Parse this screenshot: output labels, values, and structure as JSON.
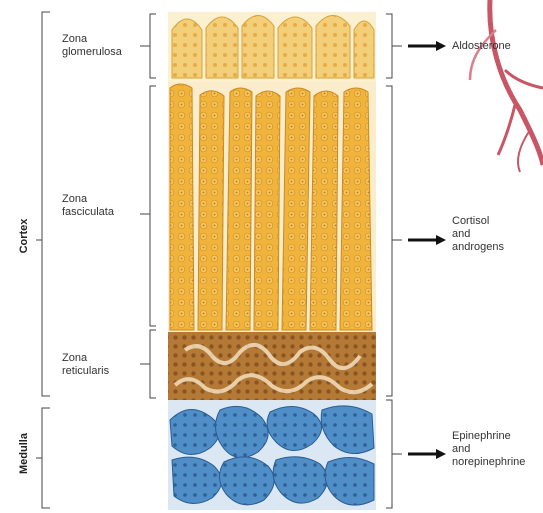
{
  "regions": {
    "cortex": "Cortex",
    "medulla": "Medulla"
  },
  "zones": {
    "glomerulosa": [
      "Zona",
      "glomerulosa"
    ],
    "fasciculata": [
      "Zona",
      "fasciculata"
    ],
    "reticularis": [
      "Zona",
      "reticularis"
    ]
  },
  "products": {
    "glomerulosa": [
      "Aldosterone"
    ],
    "fasciculata": [
      "Cortisol",
      "and",
      "androgens"
    ],
    "medulla": [
      "Epinephrine",
      "and",
      "norepinephrine"
    ]
  },
  "colors": {
    "glomerulosa": "#f3cf7a",
    "fasciculata": "#f0b43c",
    "reticularis": "#b47a35",
    "medulla": "#4f8ec6",
    "vessel": "#c0394b"
  }
}
